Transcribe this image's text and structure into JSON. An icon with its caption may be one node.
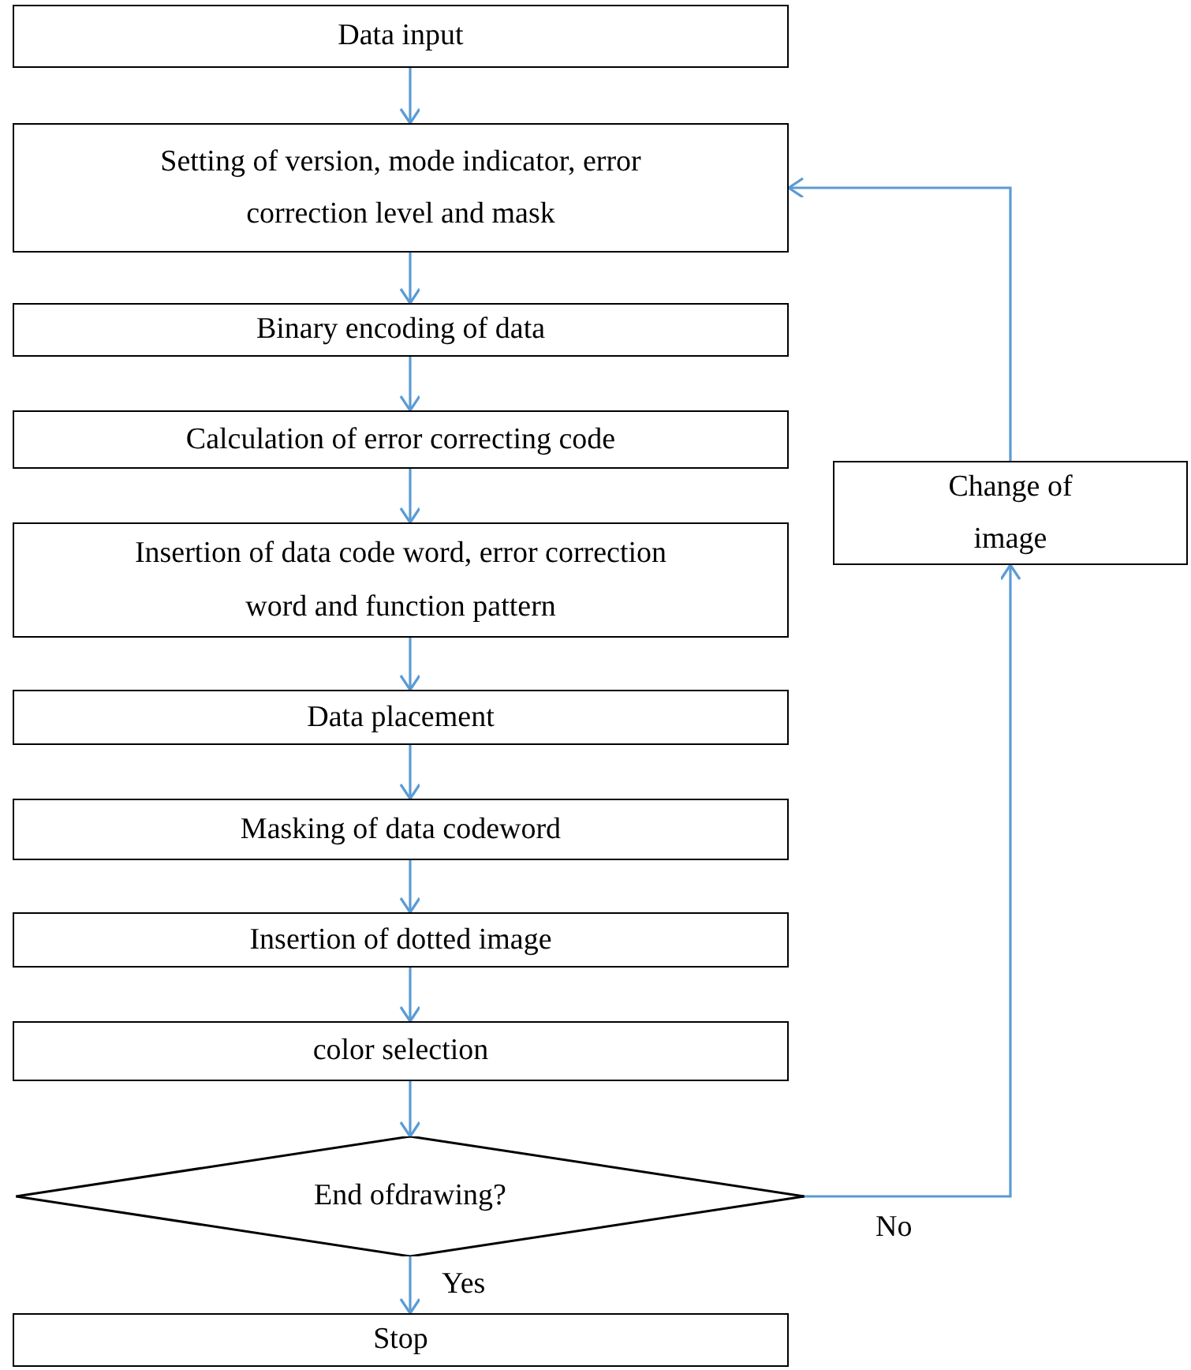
{
  "diagram": {
    "nodes": [
      {
        "text": [
          "Data input"
        ]
      },
      {
        "text": [
          "Setting of version, mode indicator, error correction level and mask"
        ]
      },
      {
        "text": [
          "Binary encoding of data"
        ]
      },
      {
        "text": [
          "Calculation of error correcting code"
        ]
      },
      {
        "text": [
          "Insertion of data code word, error correction word and function pattern"
        ]
      },
      {
        "text": [
          "Data placement"
        ]
      },
      {
        "text": [
          "Masking of data codeword"
        ]
      },
      {
        "text": [
          "Insertion of dotted image"
        ]
      },
      {
        "text": [
          "color selection"
        ]
      },
      {
        "text": [
          "End ofdrawing?"
        ]
      },
      {
        "text": [
          "Stop"
        ]
      },
      {
        "text": [
          "Change of image"
        ]
      }
    ],
    "edges": [
      {
        "from": 0,
        "to": 1,
        "arrow": "to"
      },
      {
        "from": 1,
        "to": 2,
        "arrow": "to"
      },
      {
        "from": 2,
        "to": 3,
        "arrow": "to"
      },
      {
        "from": 3,
        "to": 4,
        "arrow": "to"
      },
      {
        "from": 4,
        "to": 5,
        "arrow": "to"
      },
      {
        "from": 5,
        "to": 6,
        "arrow": "to"
      },
      {
        "from": 6,
        "to": 7,
        "arrow": "to"
      },
      {
        "from": 7,
        "to": 8,
        "arrow": "to"
      },
      {
        "from": 8,
        "to": 9,
        "arrow": "to"
      },
      {
        "from": 9,
        "to": 10,
        "arrow": "to",
        "label": "Yes"
      },
      {
        "from": 9,
        "to": 11,
        "arrow": "to",
        "label": "No"
      },
      {
        "from": 11,
        "to": 1,
        "arrow": "to"
      }
    ]
  }
}
